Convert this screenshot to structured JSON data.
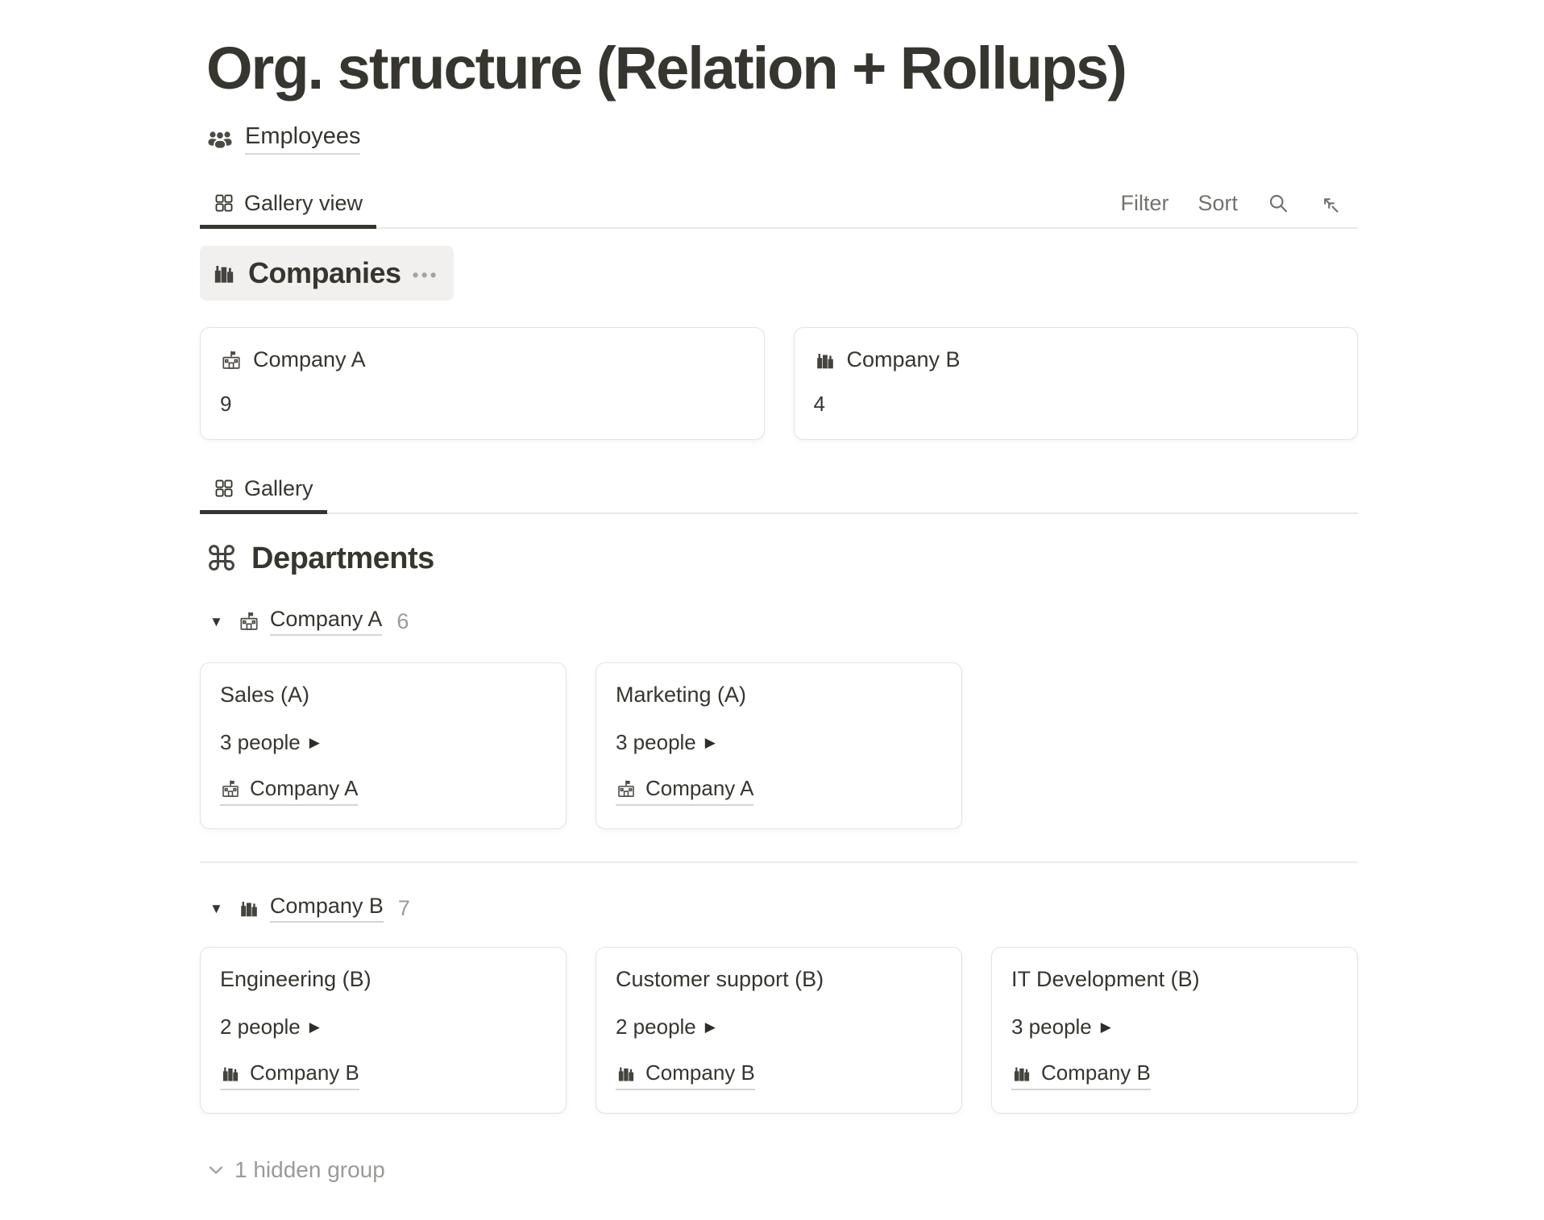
{
  "page": {
    "title": "Org. structure (Relation + Rollups)"
  },
  "linked_database": {
    "title": "Employees"
  },
  "tabs": {
    "gallery_view": "Gallery view",
    "gallery": "Gallery"
  },
  "toolbar": {
    "filter": "Filter",
    "sort": "Sort"
  },
  "glyphs": {
    "command": "⌘",
    "triangle_down": "▼",
    "arrow_right": "▶",
    "ellipsis": "•••"
  },
  "companies": {
    "heading": "Companies",
    "cards": [
      {
        "name": "Company A",
        "rollup": "9"
      },
      {
        "name": "Company B",
        "rollup": "4"
      }
    ]
  },
  "departments": {
    "heading": "Departments",
    "groups": [
      {
        "name": "Company A",
        "count": "6",
        "cards": [
          {
            "title": "Sales (A)",
            "people": "3 people",
            "company": "Company A"
          },
          {
            "title": "Marketing (A)",
            "people": "3 people",
            "company": "Company A"
          }
        ]
      },
      {
        "name": "Company B",
        "count": "7",
        "cards": [
          {
            "title": "Engineering (B)",
            "people": "2 people",
            "company": "Company B"
          },
          {
            "title": "Customer support (B)",
            "people": "2 people",
            "company": "Company B"
          },
          {
            "title": "IT Development (B)",
            "people": "3 people",
            "company": "Company B"
          }
        ]
      }
    ],
    "hidden_group": "1 hidden group"
  },
  "colors": {
    "text": "#37352f",
    "muted": "#73726e",
    "faint": "#9b9a97",
    "border": "#e9e8e5",
    "pill_bg": "#f1f0ee"
  }
}
